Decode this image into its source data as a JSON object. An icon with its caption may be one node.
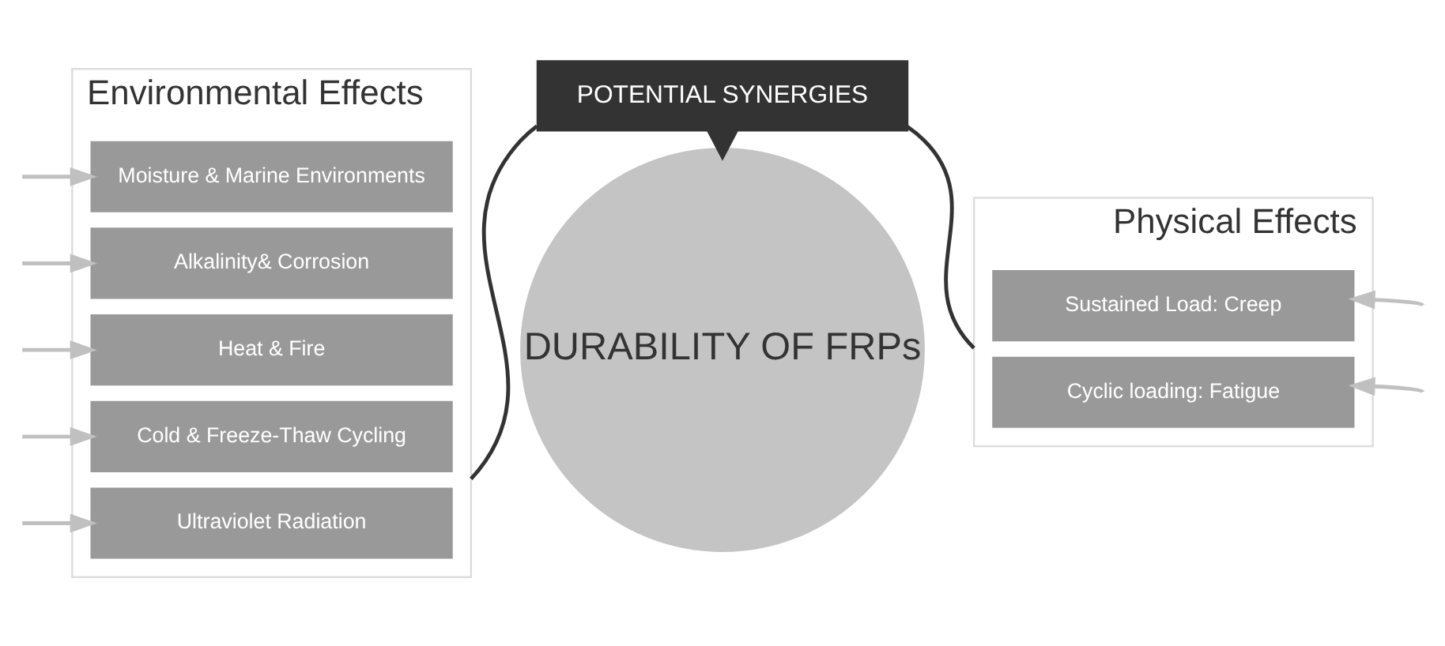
{
  "diagram": {
    "nodes": [
      {
        "text": [
          "Environmental Effects"
        ]
      },
      {
        "text": [
          "Moisture & Marine Environments"
        ],
        "in": 0
      },
      {
        "text": [
          "Alkalinity& Corrosion"
        ],
        "in": 0
      },
      {
        "text": [
          "Heat & Fire"
        ],
        "in": 0
      },
      {
        "text": [
          "Cold & Freeze-Thaw Cycling"
        ],
        "in": 0
      },
      {
        "text": [
          "Ultraviolet Radiation"
        ],
        "in": 0
      },
      {
        "text": [
          "DURABILITY OF FRPs"
        ]
      },
      {
        "text": [
          "Physical Effects"
        ]
      },
      {
        "text": [
          "Sustained Load: Creep"
        ],
        "in": 7
      },
      {
        "text": [
          "Cyclic loading: Fatigue"
        ],
        "in": 7
      },
      {
        "text": [
          "POTENTIAL SYNERGIES"
        ]
      }
    ],
    "edges": [
      {
        "from": null,
        "to": 1,
        "arrow": "to"
      },
      {
        "from": null,
        "to": 2,
        "arrow": "to"
      },
      {
        "from": null,
        "to": 3,
        "arrow": "to"
      },
      {
        "from": null,
        "to": 4,
        "arrow": "to"
      },
      {
        "from": null,
        "to": 5,
        "arrow": "to"
      },
      {
        "from": null,
        "to": 8,
        "arrow": "to"
      },
      {
        "from": null,
        "to": 9,
        "arrow": "to"
      },
      {
        "from": 0,
        "to": 10,
        "arrow": "none",
        "color": "#333333"
      },
      {
        "from": 7,
        "to": 10,
        "arrow": "none",
        "color": "#333333"
      },
      {
        "from": 10,
        "to": 6,
        "arrow": "to",
        "style": "thick",
        "color": "#333333"
      }
    ]
  }
}
